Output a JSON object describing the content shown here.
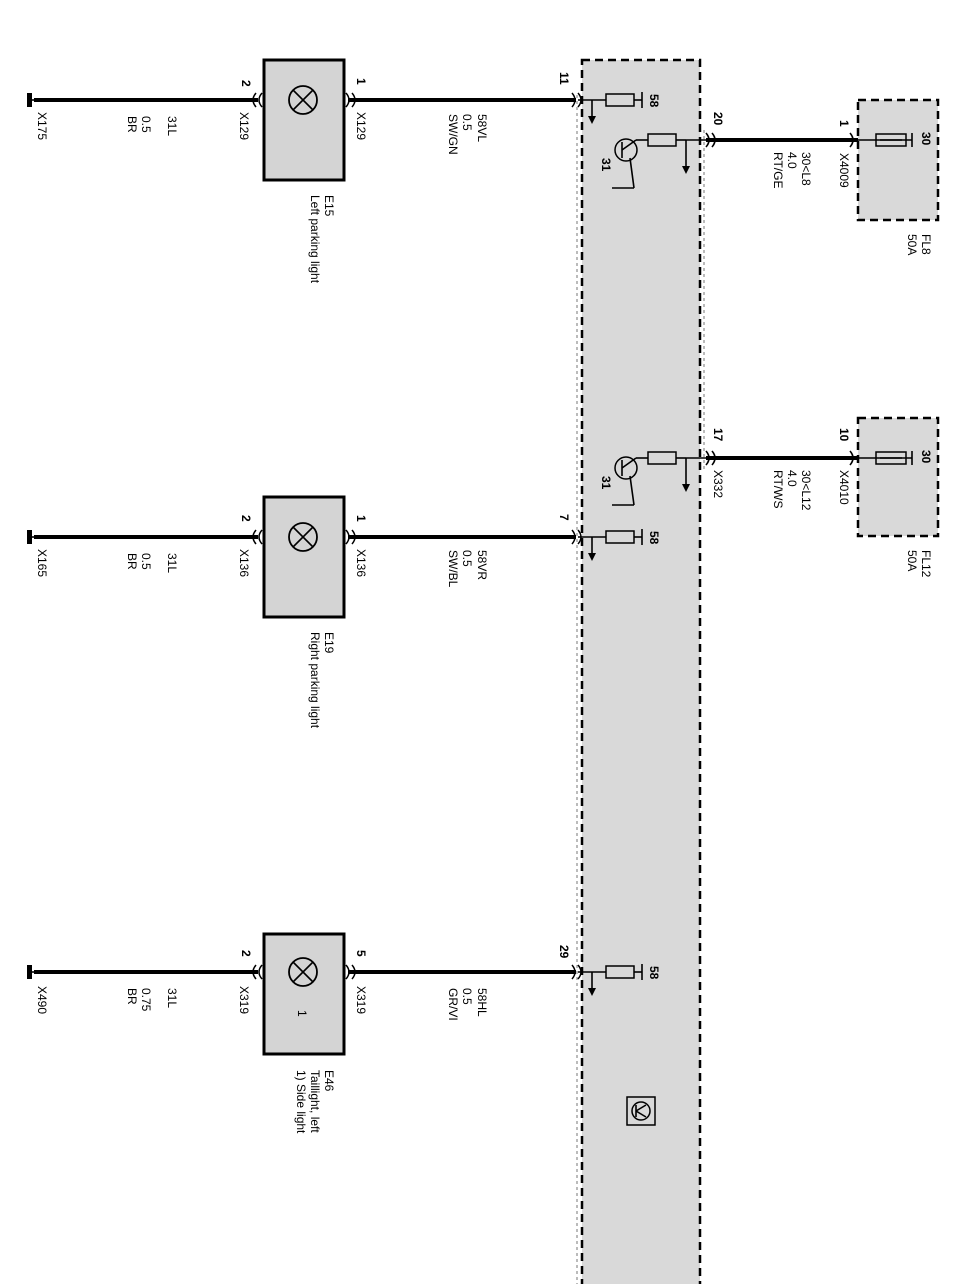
{
  "colors": {
    "module_fill": "#d9d9d9",
    "lamp_fill": "#d4d4d4",
    "fuse_fill": "#d9d9d9",
    "line": "#000000"
  },
  "lamps": [
    {
      "id": "E15",
      "name": "Left parking light",
      "pin_left": "2",
      "pin_right": "1",
      "conn_left": "X129",
      "conn_right": "X129",
      "lamp_label": "",
      "ground": {
        "conn": "X175",
        "wire": "31L",
        "size": "0.5",
        "color": "BR"
      },
      "feed": {
        "wire": "58VL",
        "size": "0.5",
        "color": "SW/GN",
        "module_pin": "11"
      }
    },
    {
      "id": "E19",
      "name": "Right parking light",
      "pin_left": "2",
      "pin_right": "1",
      "conn_left": "X136",
      "conn_right": "X136",
      "lamp_label": "",
      "ground": {
        "conn": "X165",
        "wire": "31L",
        "size": "0.5",
        "color": "BR"
      },
      "feed": {
        "wire": "58VR",
        "size": "0.5",
        "color": "SW/BL",
        "module_pin": "7"
      }
    },
    {
      "id": "E46",
      "name": "Taillight, left",
      "name2": "1) Side light",
      "pin_left": "2",
      "pin_right": "5",
      "conn_left": "X319",
      "conn_right": "X319",
      "lamp_label": "1",
      "ground": {
        "conn": "X490",
        "wire": "31L",
        "size": "0.75",
        "color": "BR"
      },
      "feed": {
        "wire": "58HL",
        "size": "0.5",
        "color": "GR/VI",
        "module_pin": "29"
      }
    }
  ],
  "module": {
    "terminal_label": "58",
    "transistor_ground": "31",
    "outputs": [
      {
        "pin": "20",
        "connector": "",
        "wire": "30<L8",
        "size": "4.0",
        "color": "RT/GE",
        "fuse": {
          "id": "FL8",
          "rating": "50A",
          "pin": "1",
          "connector": "X4009",
          "terminal": "30"
        }
      },
      {
        "pin": "17",
        "connector": "X332",
        "wire": "30<L12",
        "size": "4.0",
        "color": "RT/WS",
        "fuse": {
          "id": "FL12",
          "rating": "50A",
          "pin": "10",
          "connector": "X4010",
          "terminal": "30"
        }
      }
    ]
  }
}
